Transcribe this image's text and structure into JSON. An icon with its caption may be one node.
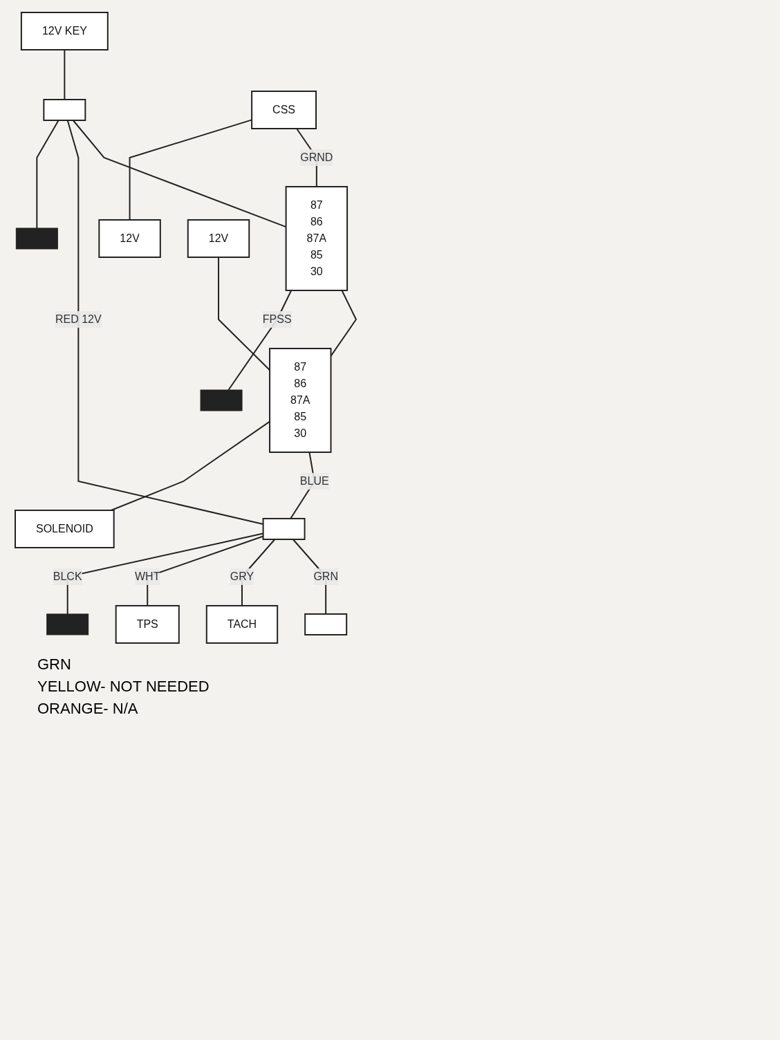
{
  "diagram": {
    "nodes": [
      {
        "text": [
          "12V KEY"
        ]
      },
      {
        "text": [],
        "shape": "box"
      },
      {
        "text": [],
        "shape": "bar"
      },
      {
        "text": [],
        "shape": "box"
      },
      {
        "text": [
          "SOLENOID"
        ]
      },
      {
        "text": [
          "CSS"
        ]
      },
      {
        "text": [
          "12V"
        ]
      },
      {
        "text": [
          "87",
          "86",
          "87A",
          "85",
          "30"
        ]
      },
      {
        "text": [],
        "shape": "bar"
      },
      {
        "text": [
          "12V"
        ]
      },
      {
        "text": [
          "87",
          "86",
          "87A",
          "85",
          "30"
        ]
      },
      {
        "text": [],
        "shape": "box"
      },
      {
        "text": [],
        "shape": "bar"
      },
      {
        "text": [
          "TPS"
        ]
      },
      {
        "text": [
          "TACH"
        ]
      }
    ],
    "edges": [
      {
        "from": 0,
        "to": 1,
        "arrow": "none"
      },
      {
        "from": 1,
        "to": 2,
        "arrow": "none"
      },
      {
        "from": 1,
        "to": 11,
        "arrow": "none",
        "label": "RED 12V"
      },
      {
        "from": 1,
        "to": 7,
        "arrow": "none"
      },
      {
        "from": 5,
        "to": 6,
        "arrow": "none"
      },
      {
        "from": 5,
        "to": 7,
        "arrow": "none",
        "label": "GRND"
      },
      {
        "from": 7,
        "to": 8,
        "arrow": "none",
        "label": "FPSS"
      },
      {
        "from": 7,
        "to": 10,
        "arrow": "none"
      },
      {
        "from": 9,
        "to": 10,
        "arrow": "none"
      },
      {
        "from": 10,
        "to": 4,
        "arrow": "none"
      },
      {
        "from": 10,
        "to": 11,
        "arrow": "none",
        "label": "BLUE"
      },
      {
        "from": 11,
        "to": 12,
        "arrow": "none",
        "label": "BLCK"
      },
      {
        "from": 11,
        "to": 13,
        "arrow": "none",
        "label": "WHT"
      },
      {
        "from": 11,
        "to": 14,
        "arrow": "none",
        "label": "GRY"
      },
      {
        "from": 11,
        "to": 3,
        "arrow": "none",
        "label": "GRN"
      }
    ],
    "labels": [
      "GRN",
      "YELLOW- NOT NEEDED",
      "ORANGE- N/A"
    ]
  }
}
